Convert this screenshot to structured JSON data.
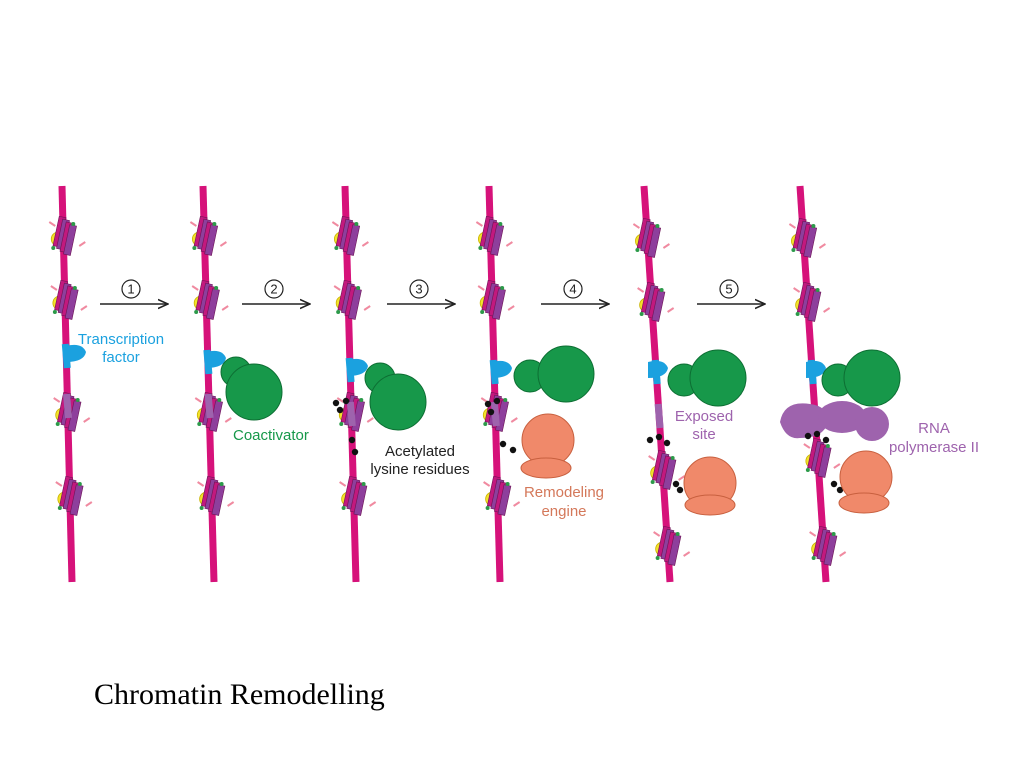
{
  "steps": [
    "1",
    "2",
    "3",
    "4",
    "5"
  ],
  "labels": {
    "transcription_factor": [
      "Transcription",
      "factor"
    ],
    "coactivator": "Coactivator",
    "acetylated": [
      "Acetylated",
      "lysine residues"
    ],
    "remodeling_engine": [
      "Remodeling",
      "engine"
    ],
    "exposed_site": [
      "Exposed",
      "site"
    ],
    "rna_polymerase": [
      "RNA",
      "polymerase II"
    ]
  },
  "caption": "Chromatin Remodelling",
  "colors": {
    "dna": "#d6127a",
    "histone": "#c2197e",
    "histone_shade": "#8e3f9c",
    "transcription_factor": "#1ba1df",
    "coactivator": "#17984a",
    "remodeling_engine": "#f0896a",
    "rna_polymerase": "#9e63ad",
    "acetyl": "#111111",
    "label_blue": "#1ba1df",
    "label_green": "#17984a",
    "label_black": "#222222",
    "label_orange": "#d4785a",
    "label_purple": "#9e63ad"
  }
}
